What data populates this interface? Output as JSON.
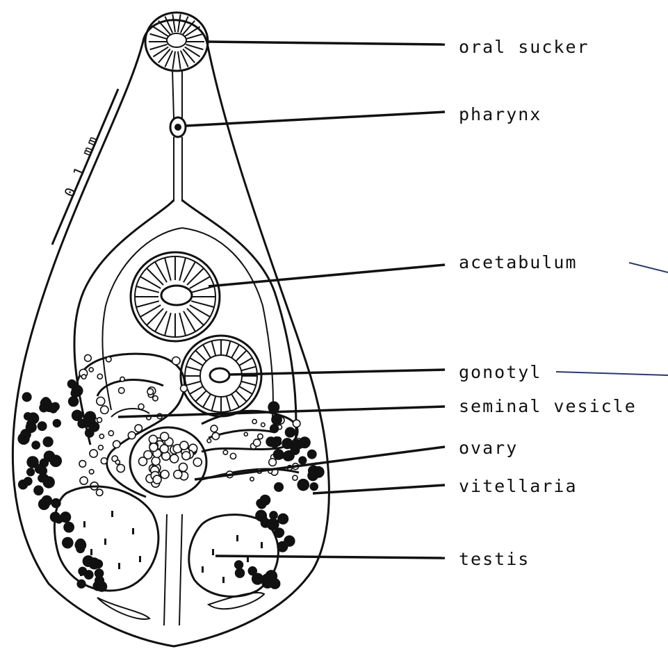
{
  "labels": {
    "oral_sucker": "oral sucker",
    "pharynx": "pharynx",
    "acetabulum": "acetabulum",
    "gonotyl": "gonotyl",
    "seminal_vesicle": "seminal vesicle",
    "ovary": "ovary",
    "vitellaria": "vitellaria",
    "testis": "testis"
  },
  "scale_bar": {
    "label": "0.1 mm"
  },
  "colors": {
    "ink": "#111111",
    "background": "#ffffff",
    "faint_leader": "#2a3a6a"
  }
}
